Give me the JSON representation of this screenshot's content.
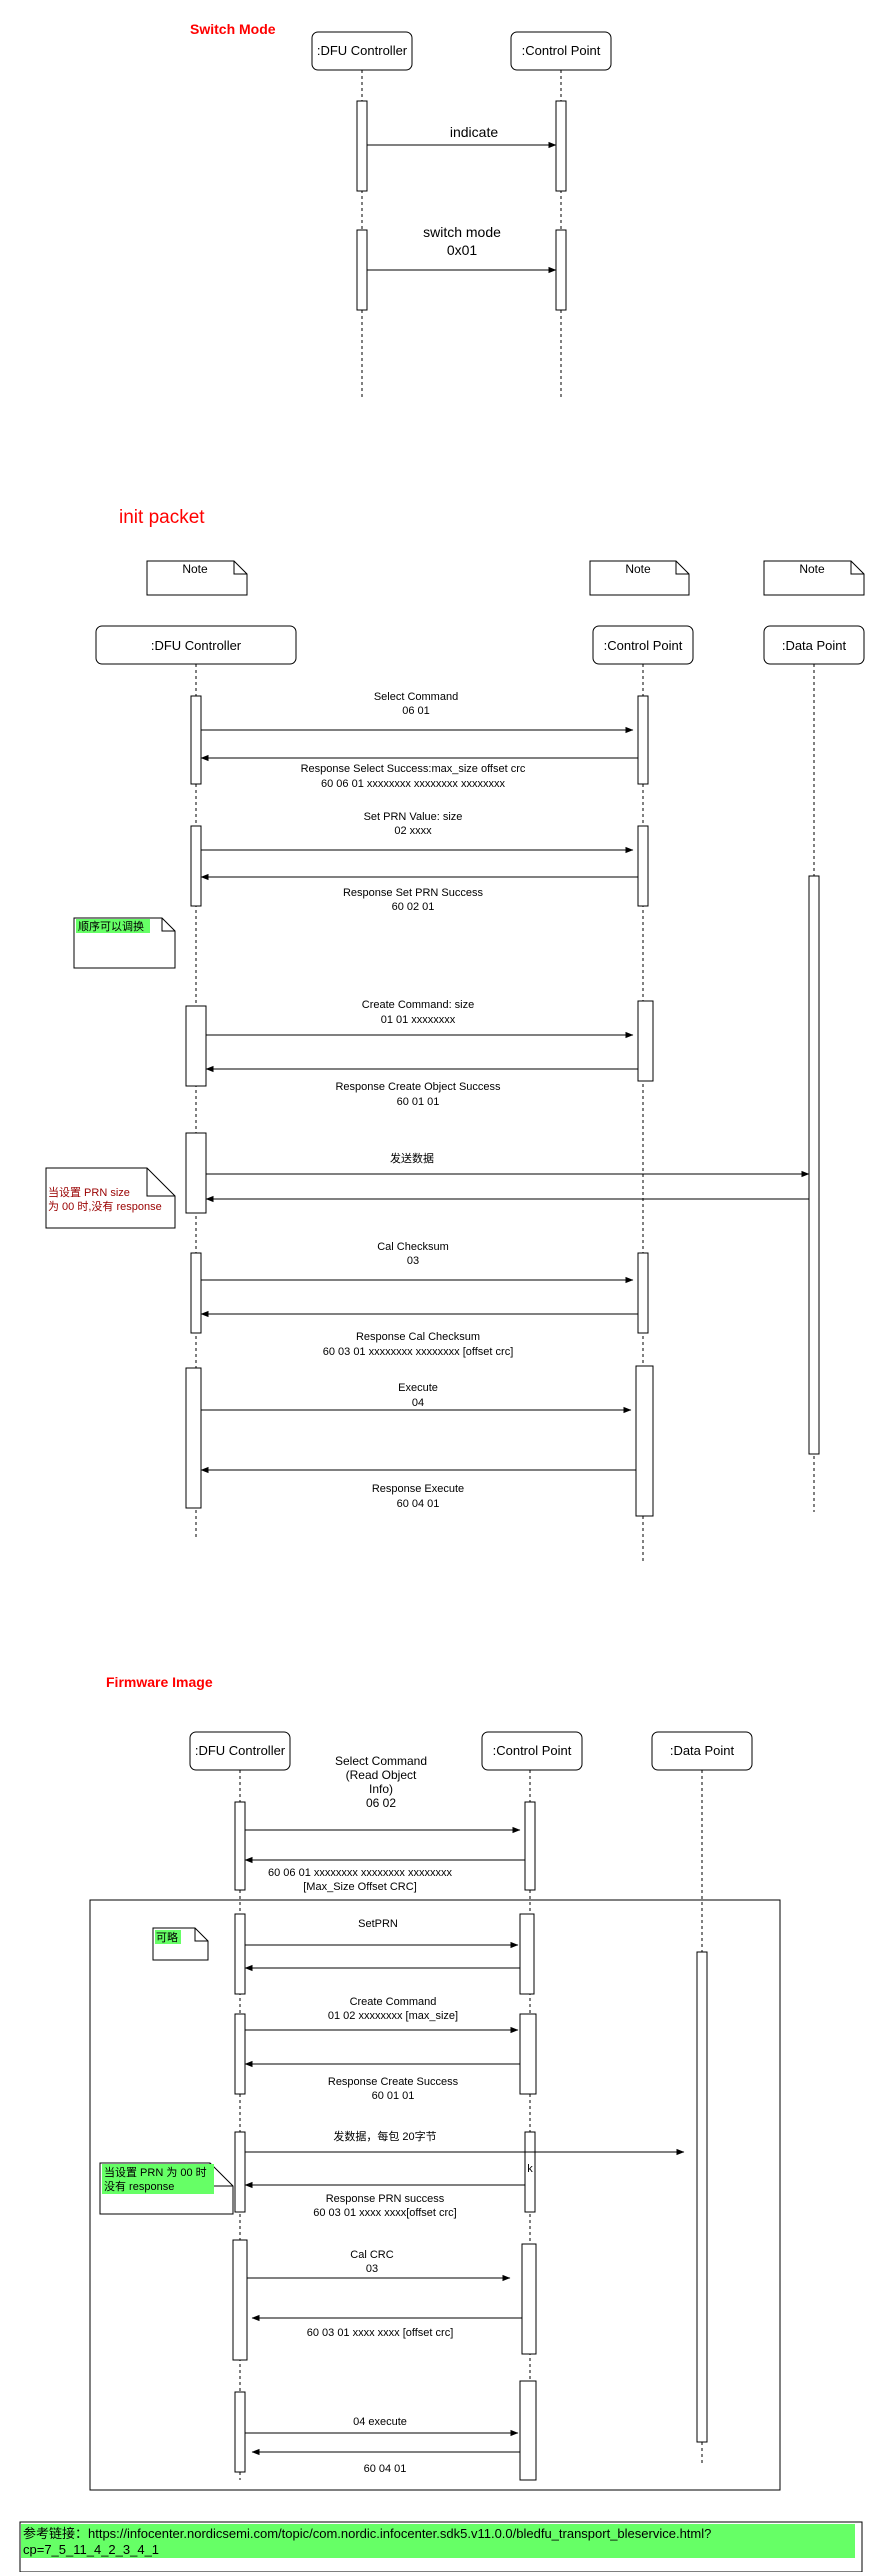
{
  "switch_mode": {
    "title": "Switch Mode",
    "dfu_controller": ":DFU Controller",
    "control_point": ":Control Point",
    "msg_indicate": "indicate",
    "msg_switch_1": "switch mode",
    "msg_switch_2": "0x01"
  },
  "init_packet": {
    "title": "init packet",
    "note_label": "Note",
    "dfu_controller": ":DFU Controller",
    "control_point": ":Control Point",
    "data_point": ":Data Point",
    "note_order": "顺序可以调换",
    "note_prn_1": "当设置 PRN size",
    "note_prn_2": "为 00 时,没有 response",
    "msg_select_1": "Select Command",
    "msg_select_2": "06 01",
    "resp_select_1": "Response Select Success:max_size offset crc",
    "resp_select_2": "60 06 01 xxxxxxxx xxxxxxxx xxxxxxxx",
    "msg_prn_1": "Set PRN Value: size",
    "msg_prn_2": "02 xxxx",
    "resp_prn_1": "Response Set PRN Success",
    "resp_prn_2": "60 02 01",
    "msg_create_1": "Create Command: size",
    "msg_create_2": "01 01 xxxxxxxx",
    "resp_create_1": "Response Create Object Success",
    "resp_create_2": "60 01 01",
    "msg_send": "发送数据",
    "msg_cal_1": "Cal Checksum",
    "msg_cal_2": "03",
    "resp_cal_1": "Response Cal Checksum",
    "resp_cal_2": "60 03 01 xxxxxxxx xxxxxxxx [offset crc]",
    "msg_exec_1": "Execute",
    "msg_exec_2": "04",
    "resp_exec_1": "Response Execute",
    "resp_exec_2": "60 04 01"
  },
  "firmware": {
    "title": "Firmware Image",
    "dfu_controller": ":DFU Controller",
    "control_point": ":Control Point",
    "data_point": ":Data Point",
    "msg_select_1": "Select Command",
    "msg_select_2": "(Read Object",
    "msg_select_3": "Info)",
    "msg_select_4": "06 02",
    "resp_select_1": "60 06 01 xxxxxxxx xxxxxxxx xxxxxxxx",
    "resp_select_2": "[Max_Size Offset CRC]",
    "note_optional": "可略",
    "msg_setprn": "SetPRN",
    "msg_create_1": "Create Command",
    "msg_create_2": "01 02 xxxxxxxx [max_size]",
    "resp_create_1": "Response Create Success",
    "resp_create_2": "60 01 01",
    "msg_send": "发数据，每包 20字节",
    "note_prn_1": "当设置 PRN 为 00 时",
    "note_prn_2": "没有 response",
    "k_mark": "k",
    "resp_prn_1": "Response PRN success",
    "resp_prn_2": "60 03 01 xxxx xxxx[offset crc]",
    "msg_crc_1": "Cal CRC",
    "msg_crc_2": "03",
    "resp_crc": "60 03 01 xxxx xxxx [offset crc]",
    "msg_exec": "04 execute",
    "resp_exec": "60 04 01"
  },
  "reference": {
    "line1": "参考链接：https://infocenter.nordicsemi.com/topic/com.nordic.infocenter.sdk5.v11.0.0/bledfu_transport_bleservice.html?",
    "line2": "cp=7_5_11_4_2_3_4_1"
  }
}
